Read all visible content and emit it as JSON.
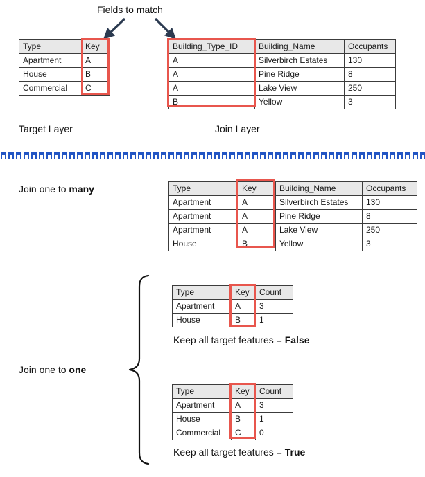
{
  "title_note": "Fields to match",
  "layers": {
    "target_label": "Target Layer",
    "join_label": "Join Layer"
  },
  "target_table": {
    "name": "target-layer-table",
    "headers": [
      "Type",
      "Key"
    ],
    "rows": [
      [
        "Apartment",
        "A"
      ],
      [
        "House",
        "B"
      ],
      [
        "Commercial",
        "C"
      ]
    ]
  },
  "join_table": {
    "name": "join-layer-table",
    "headers": [
      "Building_Type_ID",
      "Building_Name",
      "Occupants"
    ],
    "rows": [
      [
        "A",
        "Silverbirch Estates",
        "130"
      ],
      [
        "A",
        "Pine Ridge",
        "8"
      ],
      [
        "A",
        "Lake View",
        "250"
      ],
      [
        "B",
        "Yellow",
        "3"
      ]
    ]
  },
  "one_to_many": {
    "label_prefix": "Join one to ",
    "label_bold": "many",
    "headers": [
      "Type",
      "Key",
      "Building_Name",
      "Occupants"
    ],
    "rows": [
      [
        "Apartment",
        "A",
        "Silverbirch Estates",
        "130"
      ],
      [
        "Apartment",
        "A",
        "Pine Ridge",
        "8"
      ],
      [
        "Apartment",
        "A",
        "Lake View",
        "250"
      ],
      [
        "House",
        "B",
        "Yellow",
        "3"
      ]
    ]
  },
  "one_to_one": {
    "label_prefix": "Join one to ",
    "label_bold": "one",
    "false_case": {
      "headers": [
        "Type",
        "Key",
        "Count"
      ],
      "rows": [
        [
          "Apartment",
          "A",
          "3"
        ],
        [
          "House",
          "B",
          "1"
        ]
      ],
      "caption_prefix": "Keep all target features = ",
      "caption_bold": "False"
    },
    "true_case": {
      "headers": [
        "Type",
        "Key",
        "Count"
      ],
      "rows": [
        [
          "Apartment",
          "A",
          "3"
        ],
        [
          "House",
          "B",
          "1"
        ],
        [
          "Commercial",
          "C",
          "0"
        ]
      ],
      "caption_prefix": "Keep all target features = ",
      "caption_bold": "True"
    }
  },
  "colors": {
    "highlight": "#e8564d",
    "header_fill": "#e8e8e8",
    "arrow": "#2b3a50",
    "divider_blue": "#2255c4",
    "border": "#3c3c3c"
  },
  "icons": {
    "arrow_left": "down-left-arrow-icon",
    "arrow_right": "down-right-arrow-icon",
    "brace": "curly-brace-icon",
    "divider": "blue-staple-divider-icon"
  }
}
